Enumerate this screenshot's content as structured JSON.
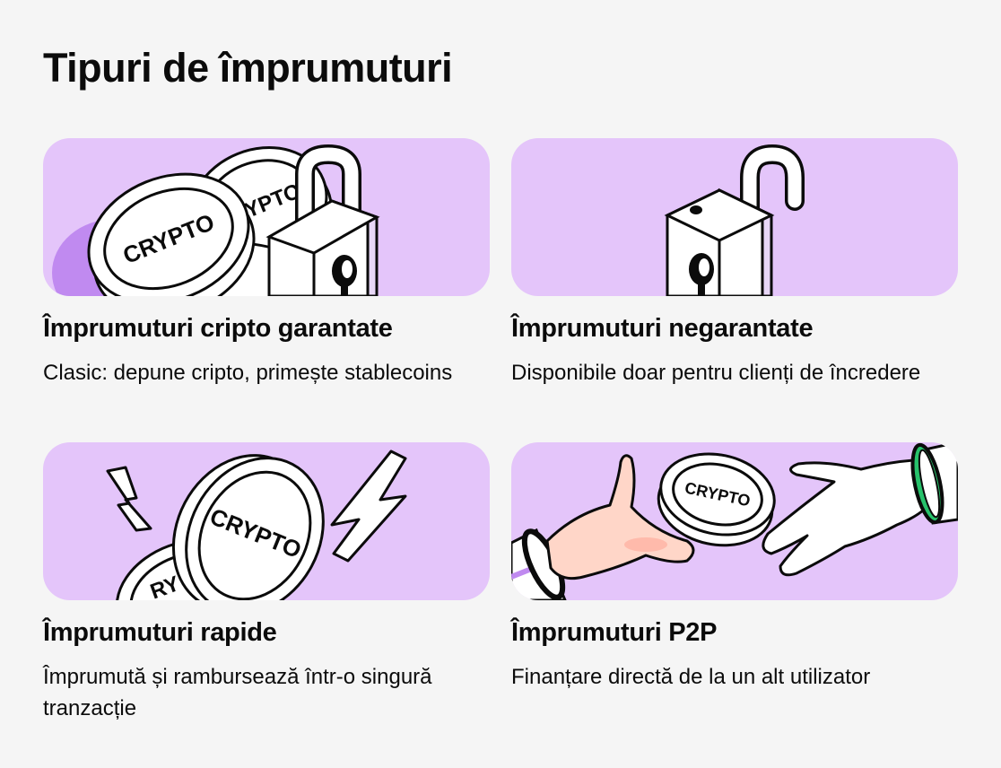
{
  "page": {
    "title": "Tipuri de împrumuturi"
  },
  "colors": {
    "card_bg": "#e4c5fa",
    "accent_purple": "#c08af0",
    "skin": "#ffd6c8",
    "cuff_green": "#27c26b"
  },
  "cards": [
    {
      "title": "Împrumuturi cripto garantate",
      "description": "Clasic: depune cripto, primește stablecoins",
      "illustration": "coins-and-locked-padlock",
      "coin_labels": [
        "CRYPTO",
        "CRYPTO"
      ]
    },
    {
      "title": "Împrumuturi negarantate",
      "description": "Disponibile doar pentru clienți de încredere",
      "illustration": "open-padlock"
    },
    {
      "title": "Împrumuturi rapide",
      "description": "Împrumută și rambursează într-o singură tranzacție",
      "illustration": "coins-with-lightning",
      "coin_labels": [
        "CRYPTO",
        "RY"
      ]
    },
    {
      "title": "Împrumuturi P2P",
      "description": "Finanțare directă de la un alt utilizator",
      "illustration": "hands-passing-coin",
      "coin_labels": [
        "CRYPTO"
      ]
    }
  ]
}
